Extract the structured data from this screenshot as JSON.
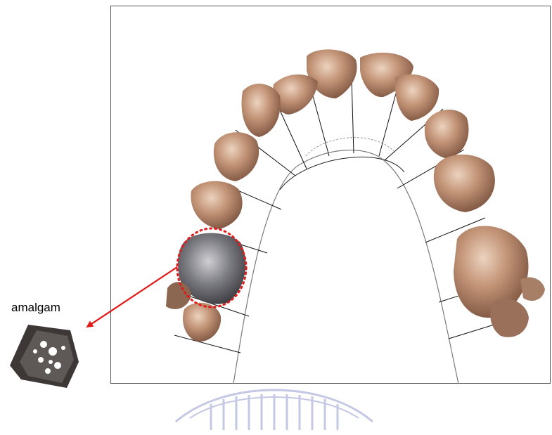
{
  "figure": {
    "callout_label": "amalgam",
    "colors": {
      "frame": "#555555",
      "arch_outline": "#7a7a7a",
      "guide_lines": "#111111",
      "callout": "#e21b1b",
      "tooth_fill": "#b07e64",
      "tooth_highlight": "#e2c3ad",
      "tooth_shadow": "#6e4a38",
      "amalgam_fill": "#6b6b70",
      "amalgam_light": "#c9c9cc",
      "watermark": "#5a63b5"
    },
    "icons": [
      "dental-arch-photo",
      "amalgam-crop-photo",
      "university-seal-watermark"
    ]
  }
}
